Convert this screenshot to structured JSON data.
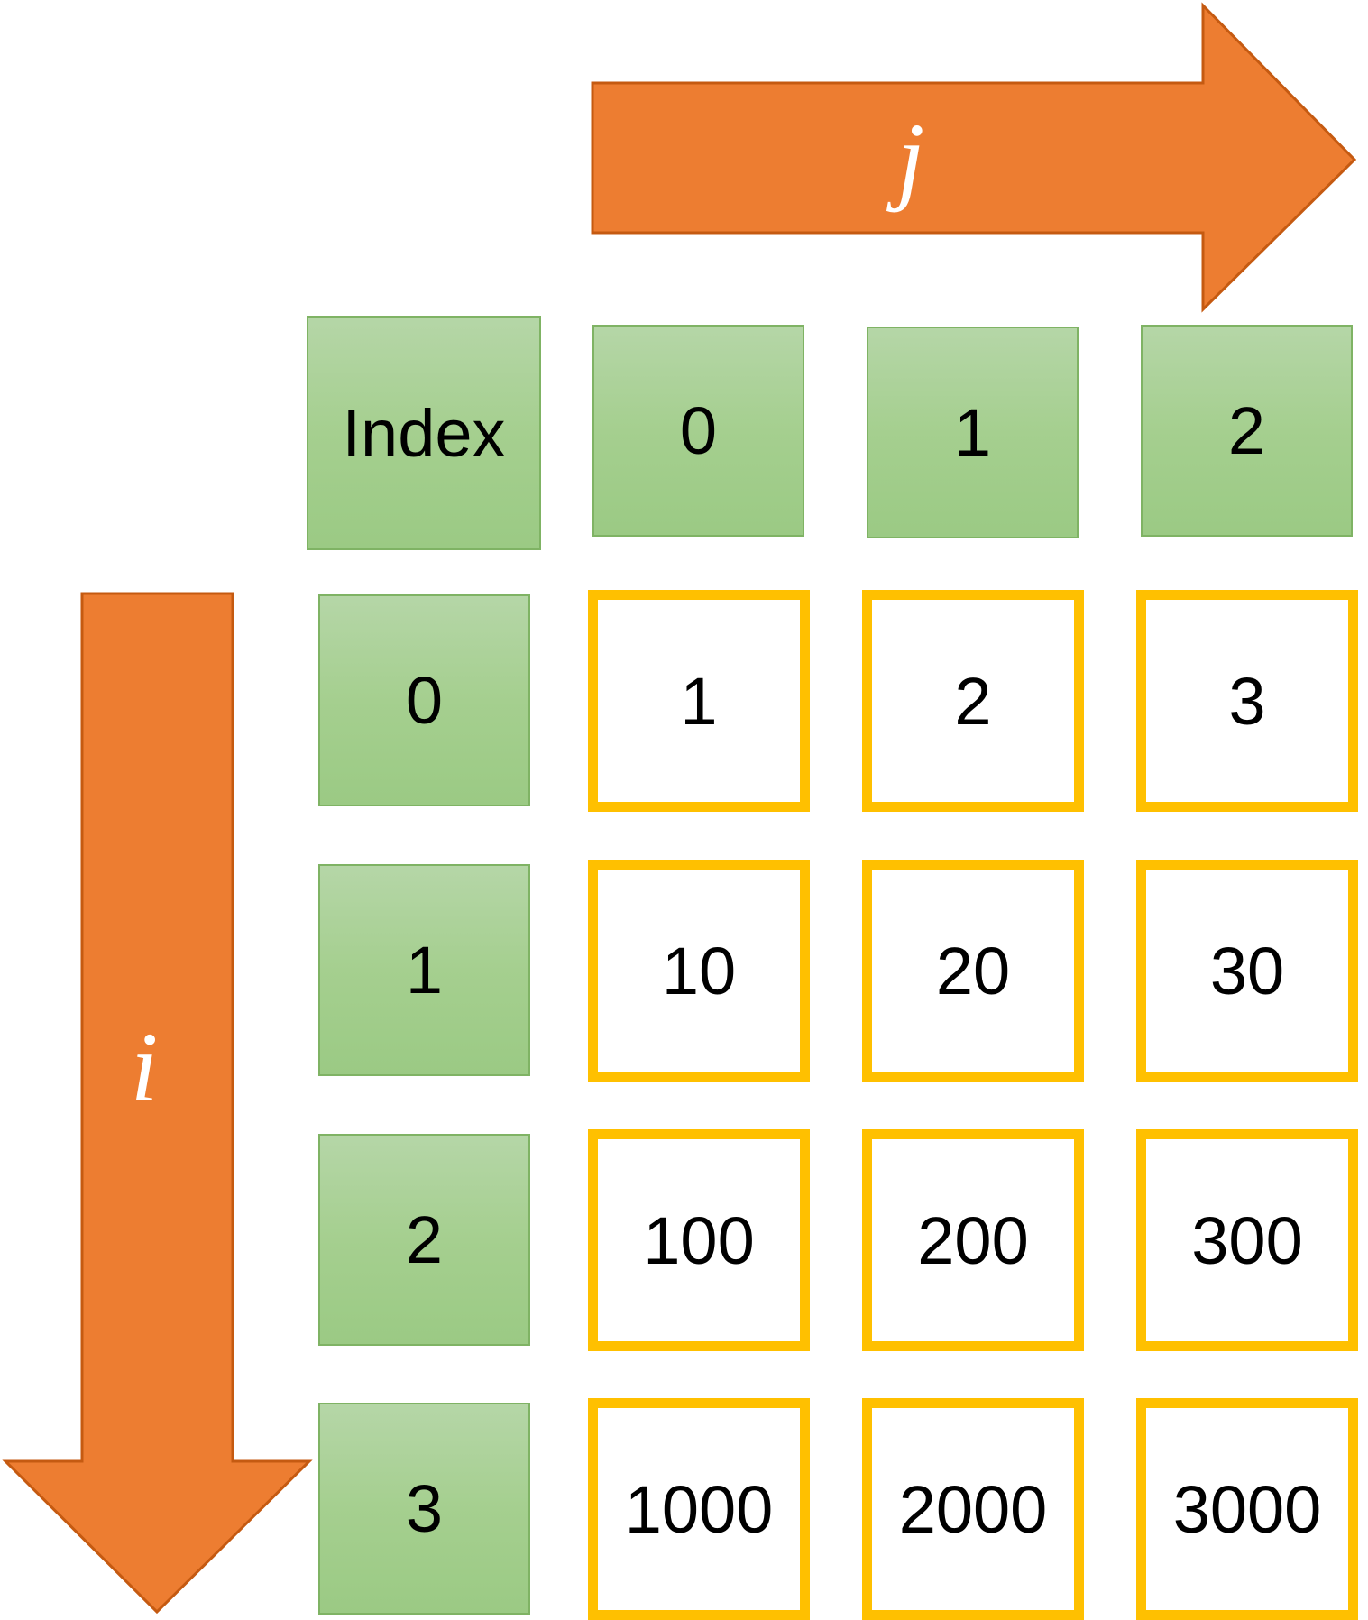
{
  "arrows": {
    "col_label": "j",
    "row_label": "i",
    "color": "#ed7d31"
  },
  "header": {
    "corner": "Index",
    "columns": [
      "0",
      "1",
      "2"
    ]
  },
  "rows": [
    {
      "index": "0",
      "values": [
        "1",
        "2",
        "3"
      ]
    },
    {
      "index": "1",
      "values": [
        "10",
        "20",
        "30"
      ]
    },
    {
      "index": "2",
      "values": [
        "100",
        "200",
        "300"
      ]
    },
    {
      "index": "3",
      "values": [
        "1000",
        "2000",
        "3000"
      ]
    }
  ],
  "colors": {
    "header_fill": "#a5cf8f",
    "cell_border": "#ffc000",
    "arrow": "#ed7d31"
  }
}
